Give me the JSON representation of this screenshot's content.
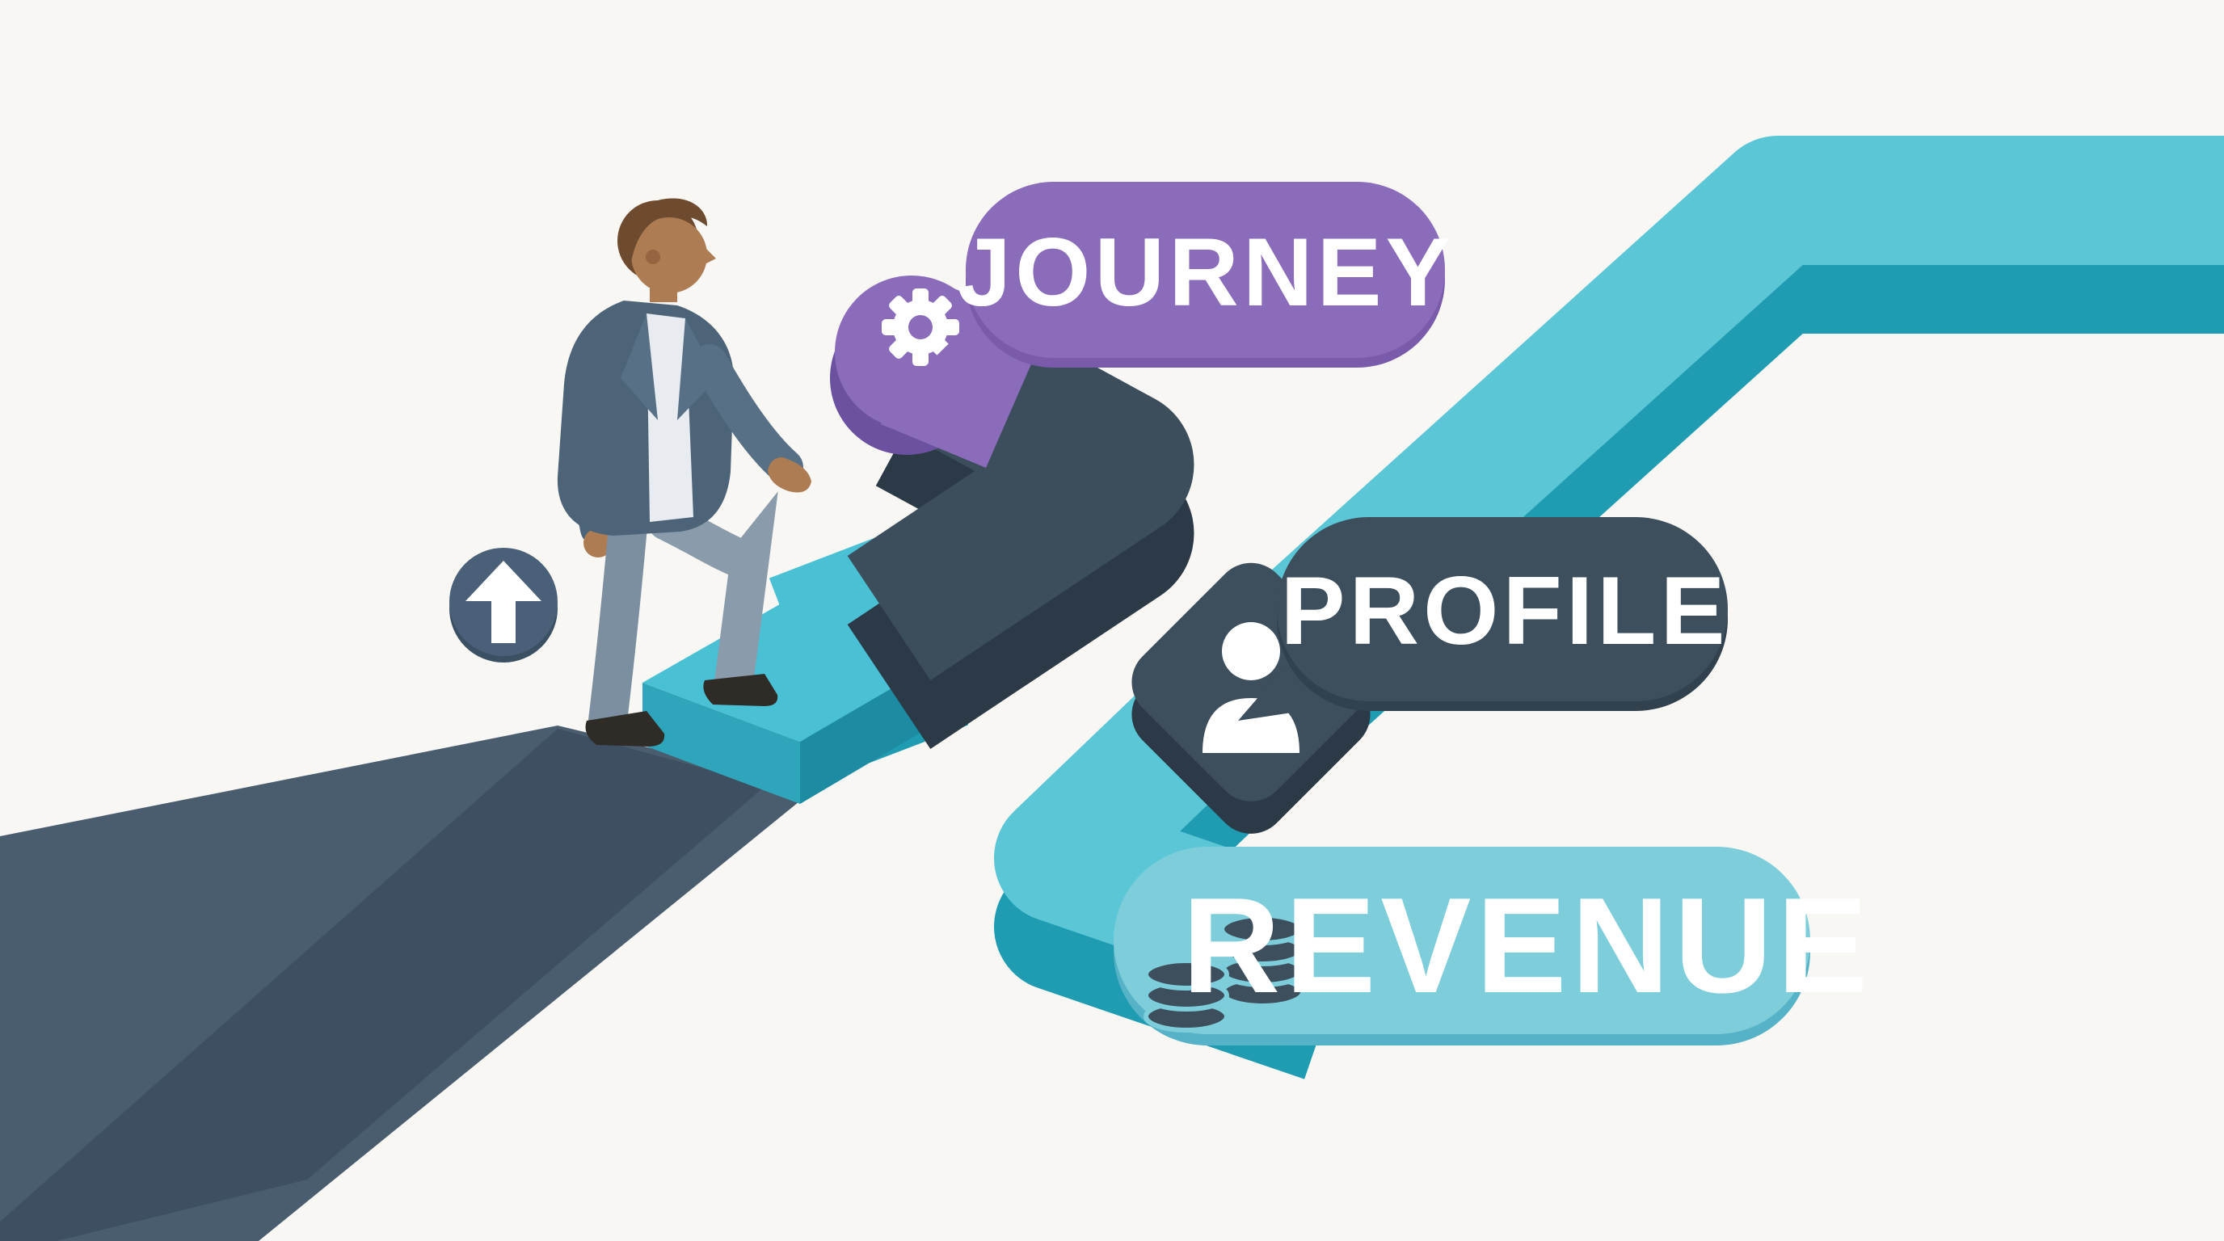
{
  "illustration": {
    "description": "Isometric illustration of a person walking up steps on a winding path with three milestone badges",
    "background_color": "#f8f7f4",
    "badges": {
      "journey": {
        "label": "JOURNEY",
        "icon": "gear-icon",
        "color": "#8a6cbb",
        "side_color": "#6b51a0",
        "rim_color": "#7a5bab",
        "text_color": "#ffffff"
      },
      "profile": {
        "label": "PROFILE",
        "icon": "person-icon",
        "color": "#3d4e5d",
        "rim_color": "#31414e",
        "text_color": "#ffffff"
      },
      "revenue": {
        "label": "REVENUE",
        "icon": "coins-icon",
        "color": "#7ecddb",
        "rim_color": "#56b2c6",
        "text_color": "#ffffff"
      }
    },
    "markers": {
      "up_arrow": {
        "icon": "arrow-up-icon",
        "color": "#4a6078",
        "rim_color": "#3b5062",
        "glyph_color": "#ffffff"
      }
    },
    "path": {
      "road_color": "#4a5d6e",
      "shadow_color": "#3d4f60",
      "dark_color": "#3c4e5c",
      "dark_side_color": "#2b3a46",
      "teal_top_color": "#5bc6d6",
      "teal_side_color": "#1f9cb2",
      "step_top_color": "#49c0d4",
      "step_front_color": "#2ea5bb",
      "step_side_color": "#1d8ba2",
      "coin_color": "#3d4e5d"
    },
    "person": {
      "skin_color": "#ad7c52",
      "hair_color": "#6e4a2e",
      "jacket_color": "#4d6478",
      "jacket_light_color": "#587086",
      "shirt_color": "#e8ebef",
      "pants_color": "#7b8fa0",
      "pants_front_color": "#8a9cab",
      "shoe_color": "#2f2b27"
    }
  }
}
